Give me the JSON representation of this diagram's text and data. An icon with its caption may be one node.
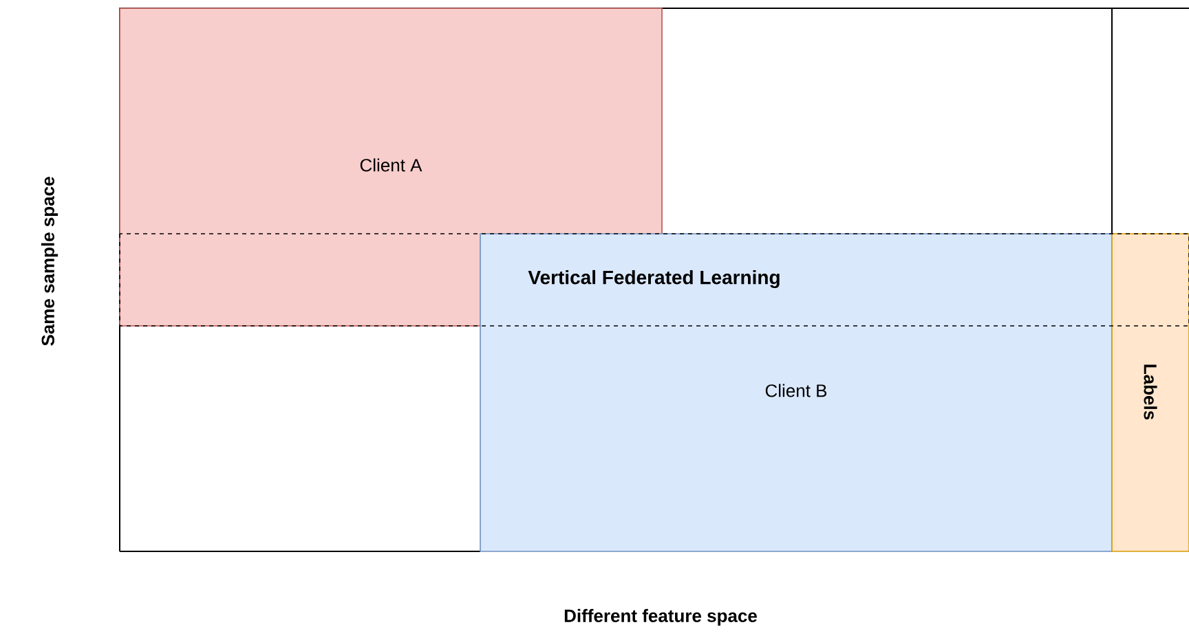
{
  "diagram": {
    "nodes": [
      {
        "text": [
          "Client A"
        ]
      },
      {
        "text": [
          "Vertical Federated Learning"
        ]
      },
      {
        "text": [
          "Client B"
        ]
      },
      {
        "text": [
          "Labels"
        ]
      }
    ],
    "labels": [
      "Same sample space",
      "Different feature space"
    ]
  }
}
